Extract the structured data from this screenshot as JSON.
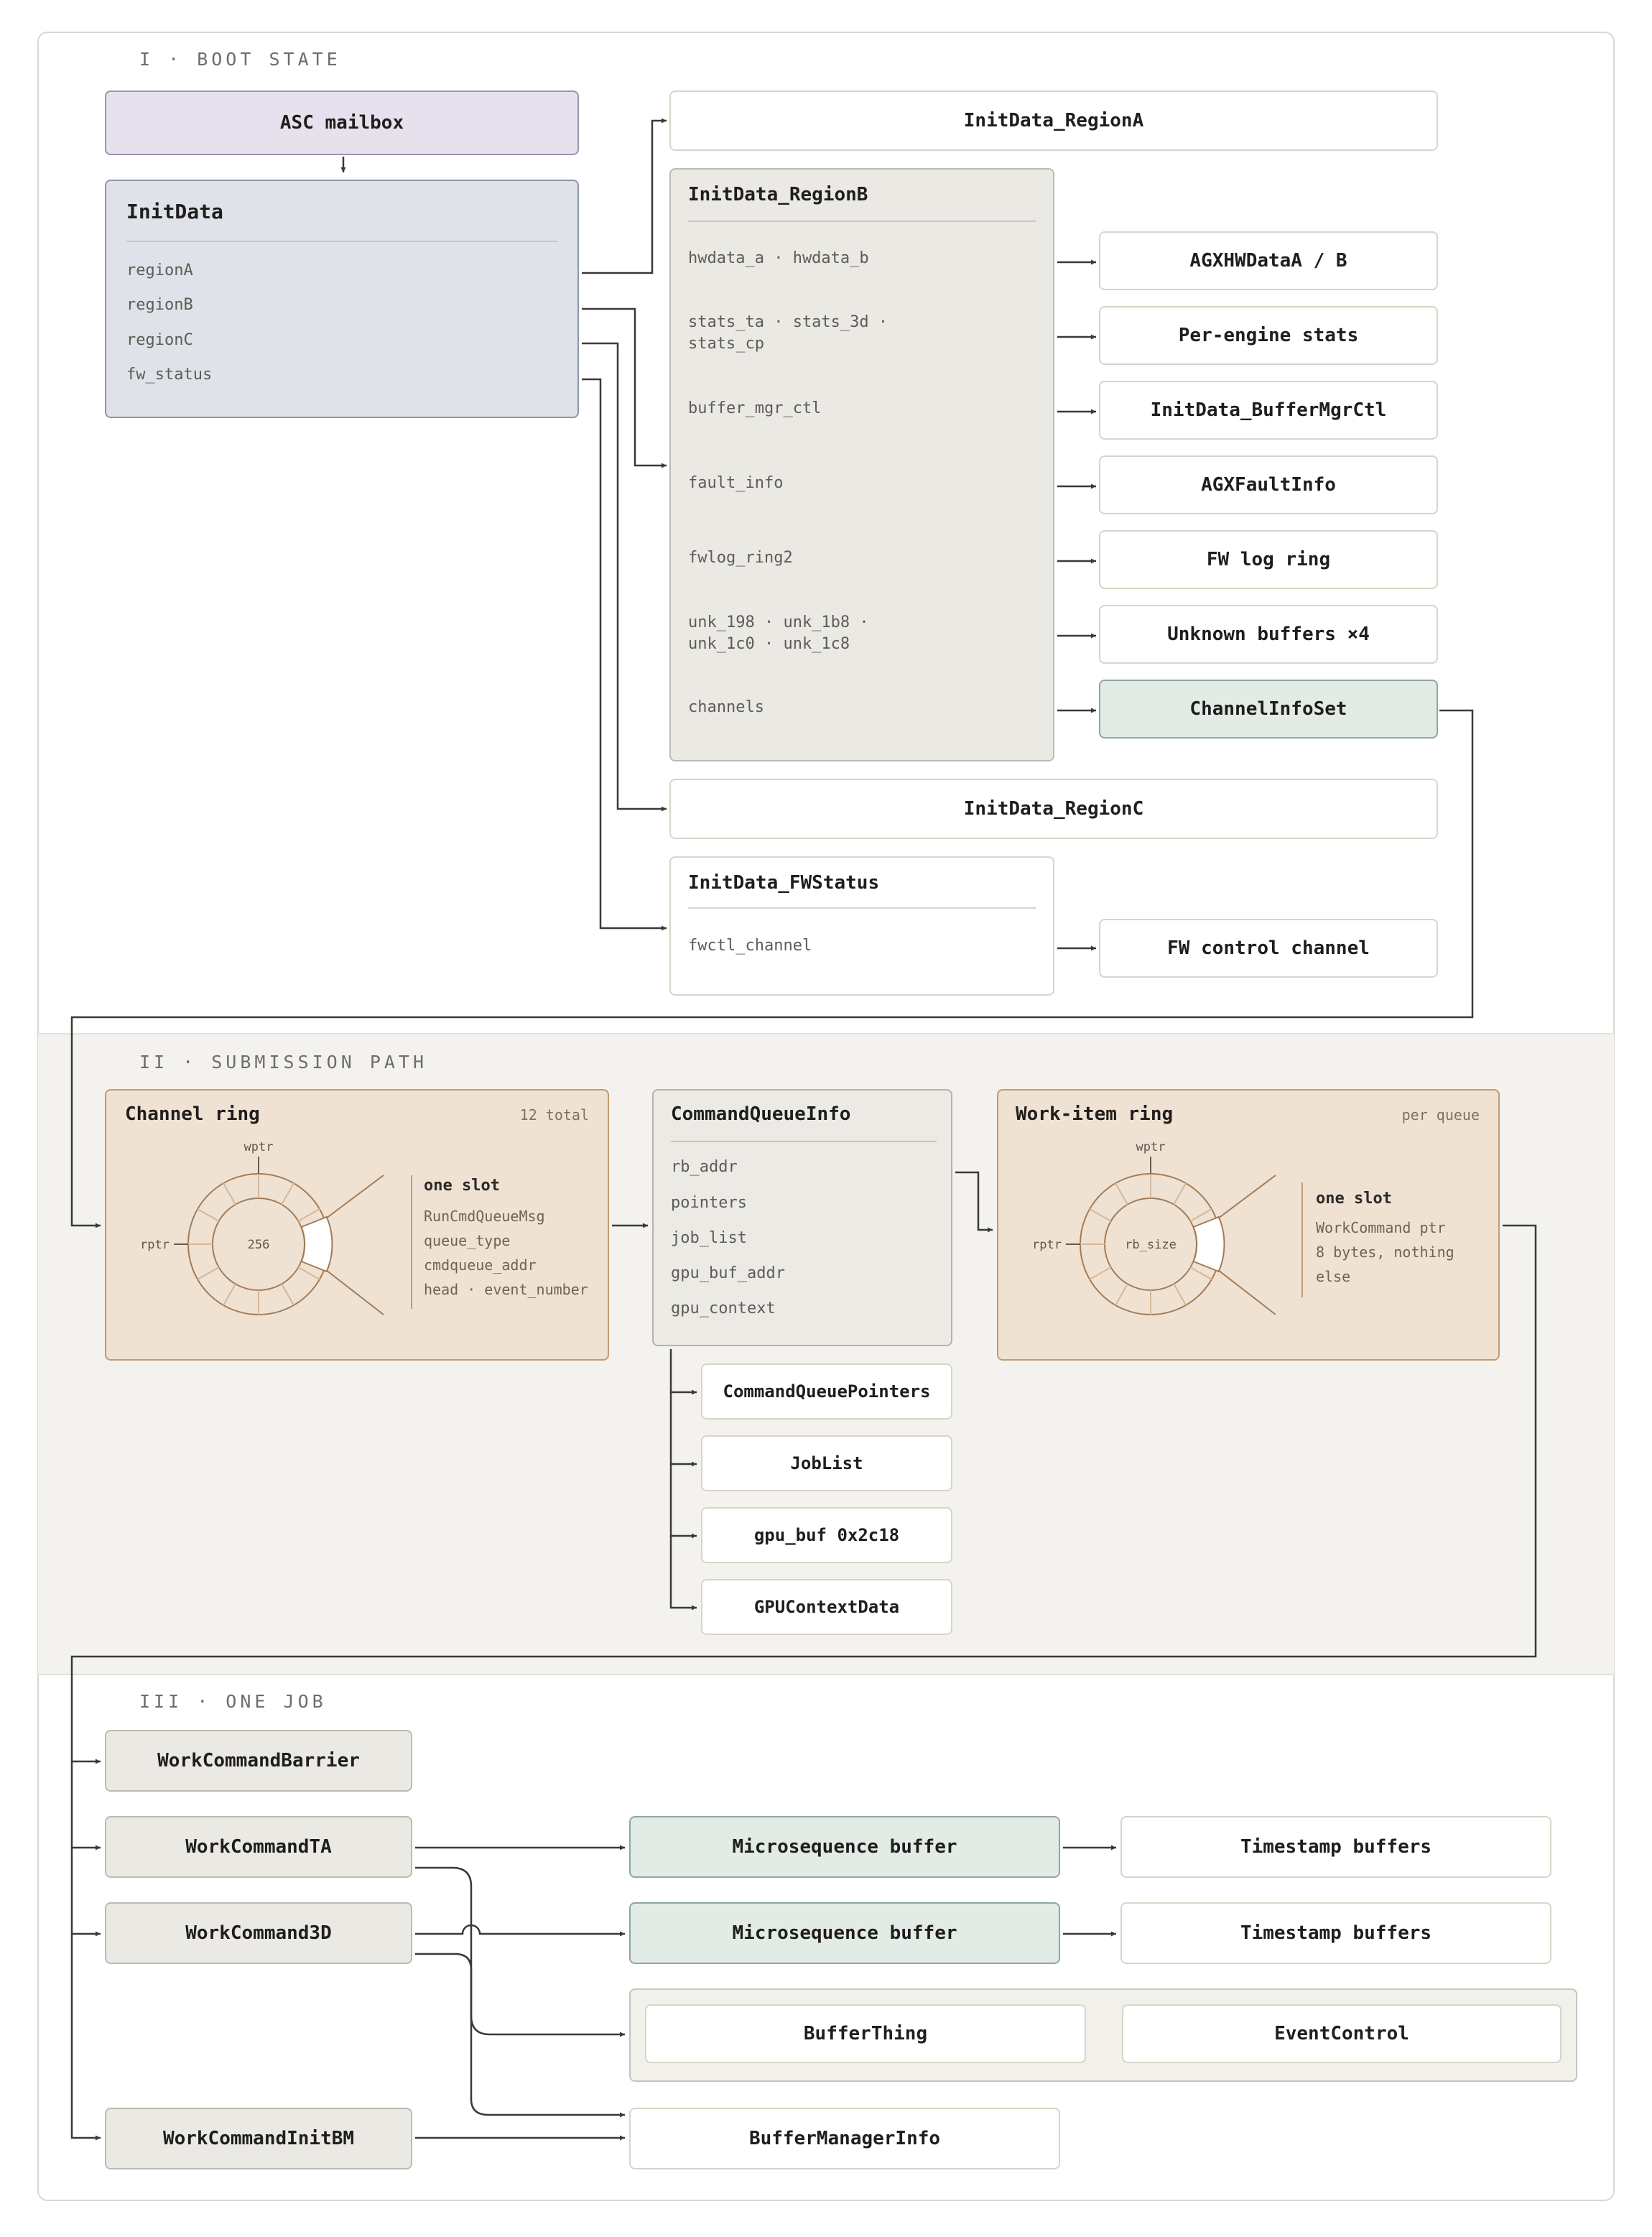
{
  "sections": {
    "boot": "I · BOOT STATE",
    "submission": "II · SUBMISSION PATH",
    "job": "III · ONE JOB"
  },
  "boot": {
    "mailbox": "ASC mailbox",
    "initdata": {
      "title": "InitData",
      "fields": [
        "regionA",
        "regionB",
        "regionC",
        "fw_status"
      ]
    },
    "region_a": "InitData_RegionA",
    "region_b": {
      "title": "InitData_RegionB",
      "fields": [
        "hwdata_a · hwdata_b",
        "stats_ta · stats_3d ·\nstats_cp",
        "buffer_mgr_ctl",
        "fault_info",
        "fwlog_ring2",
        "unk_198 · unk_1b8 ·\nunk_1c0 · unk_1c8",
        "channels"
      ],
      "targets": [
        "AGXHWDataA / B",
        "Per-engine stats",
        "InitData_BufferMgrCtl",
        "AGXFaultInfo",
        "FW log ring",
        "Unknown buffers ×4",
        "ChannelInfoSet"
      ]
    },
    "region_c": "InitData_RegionC",
    "fw_status": {
      "title": "InitData_FWStatus",
      "field": "fwctl_channel",
      "target": "FW control channel"
    }
  },
  "submission": {
    "channel_ring": {
      "title": "Channel ring",
      "note": "12 total",
      "wptr": "wptr",
      "rptr": "rptr",
      "center": "256",
      "slot_title": "one slot",
      "slot_lines": [
        "RunCmdQueueMsg",
        "queue_type",
        "cmdqueue_addr",
        "head · event_number"
      ]
    },
    "cqi": {
      "title": "CommandQueueInfo",
      "fields": [
        "rb_addr",
        "pointers",
        "job_list",
        "gpu_buf_addr",
        "gpu_context"
      ],
      "children": [
        "CommandQueuePointers",
        "JobList",
        "gpu_buf 0x2c18",
        "GPUContextData"
      ]
    },
    "work_ring": {
      "title": "Work-item ring",
      "note": "per queue",
      "wptr": "wptr",
      "rptr": "rptr",
      "center": "rb_size",
      "slot_title": "one slot",
      "slot_lines": [
        "WorkCommand ptr",
        "8 bytes, nothing",
        "else"
      ]
    }
  },
  "job": {
    "barrier": "WorkCommandBarrier",
    "ta": "WorkCommandTA",
    "td": "WorkCommand3D",
    "initbm": "WorkCommandInitBM",
    "micro_ta": "Microsequence buffer",
    "micro_3d": "Microsequence buffer",
    "ts_ta": "Timestamp buffers",
    "ts_3d": "Timestamp buffers",
    "buffer_thing": "BufferThing",
    "event_control": "EventControl",
    "bm_info": "BufferManagerInfo"
  },
  "colors": {
    "mailbox": "#e7e1ed",
    "initdata": "#dfe2e8",
    "grey_panel": "#eae9e4",
    "teal": "#e3ebe6",
    "ring": "#f0e2d3",
    "submission_band": "#f3f2ee",
    "arrow": "#3a3936"
  }
}
